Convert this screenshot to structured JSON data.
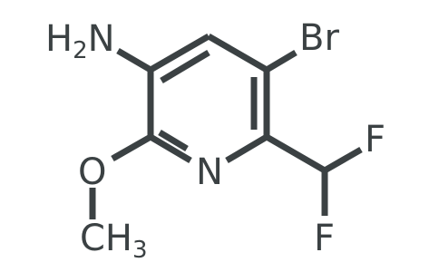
{
  "molecule": {
    "atoms": {
      "amine": {
        "symbol": "H",
        "subscript": "2",
        "element": "N"
      },
      "bromine": {
        "text": "Br"
      },
      "ring_nitrogen": {
        "text": "N"
      },
      "ether_oxygen": {
        "text": "O"
      },
      "methyl": {
        "symbol": "CH",
        "subscript": "3"
      },
      "fluorine_top": {
        "text": "F"
      },
      "fluorine_bottom": {
        "text": "F"
      }
    },
    "colors": {
      "bond": "#3b4143",
      "label": "#3b4143",
      "background": "#ffffff"
    }
  }
}
